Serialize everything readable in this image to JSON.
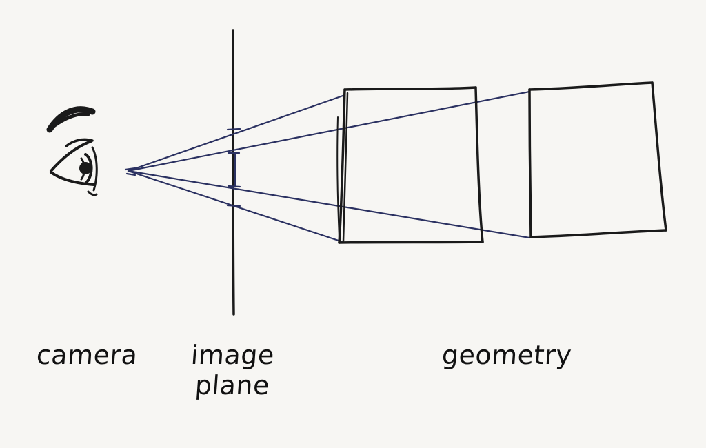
{
  "labels": {
    "camera": "camera",
    "image_plane_line1": "image",
    "image_plane_line2": "plane",
    "geometry": "geometry"
  },
  "colors": {
    "ink": "#1a1a1a",
    "rays": "#2b3161",
    "paper": "#f7f6f3"
  },
  "icons": [
    "eye-icon"
  ]
}
